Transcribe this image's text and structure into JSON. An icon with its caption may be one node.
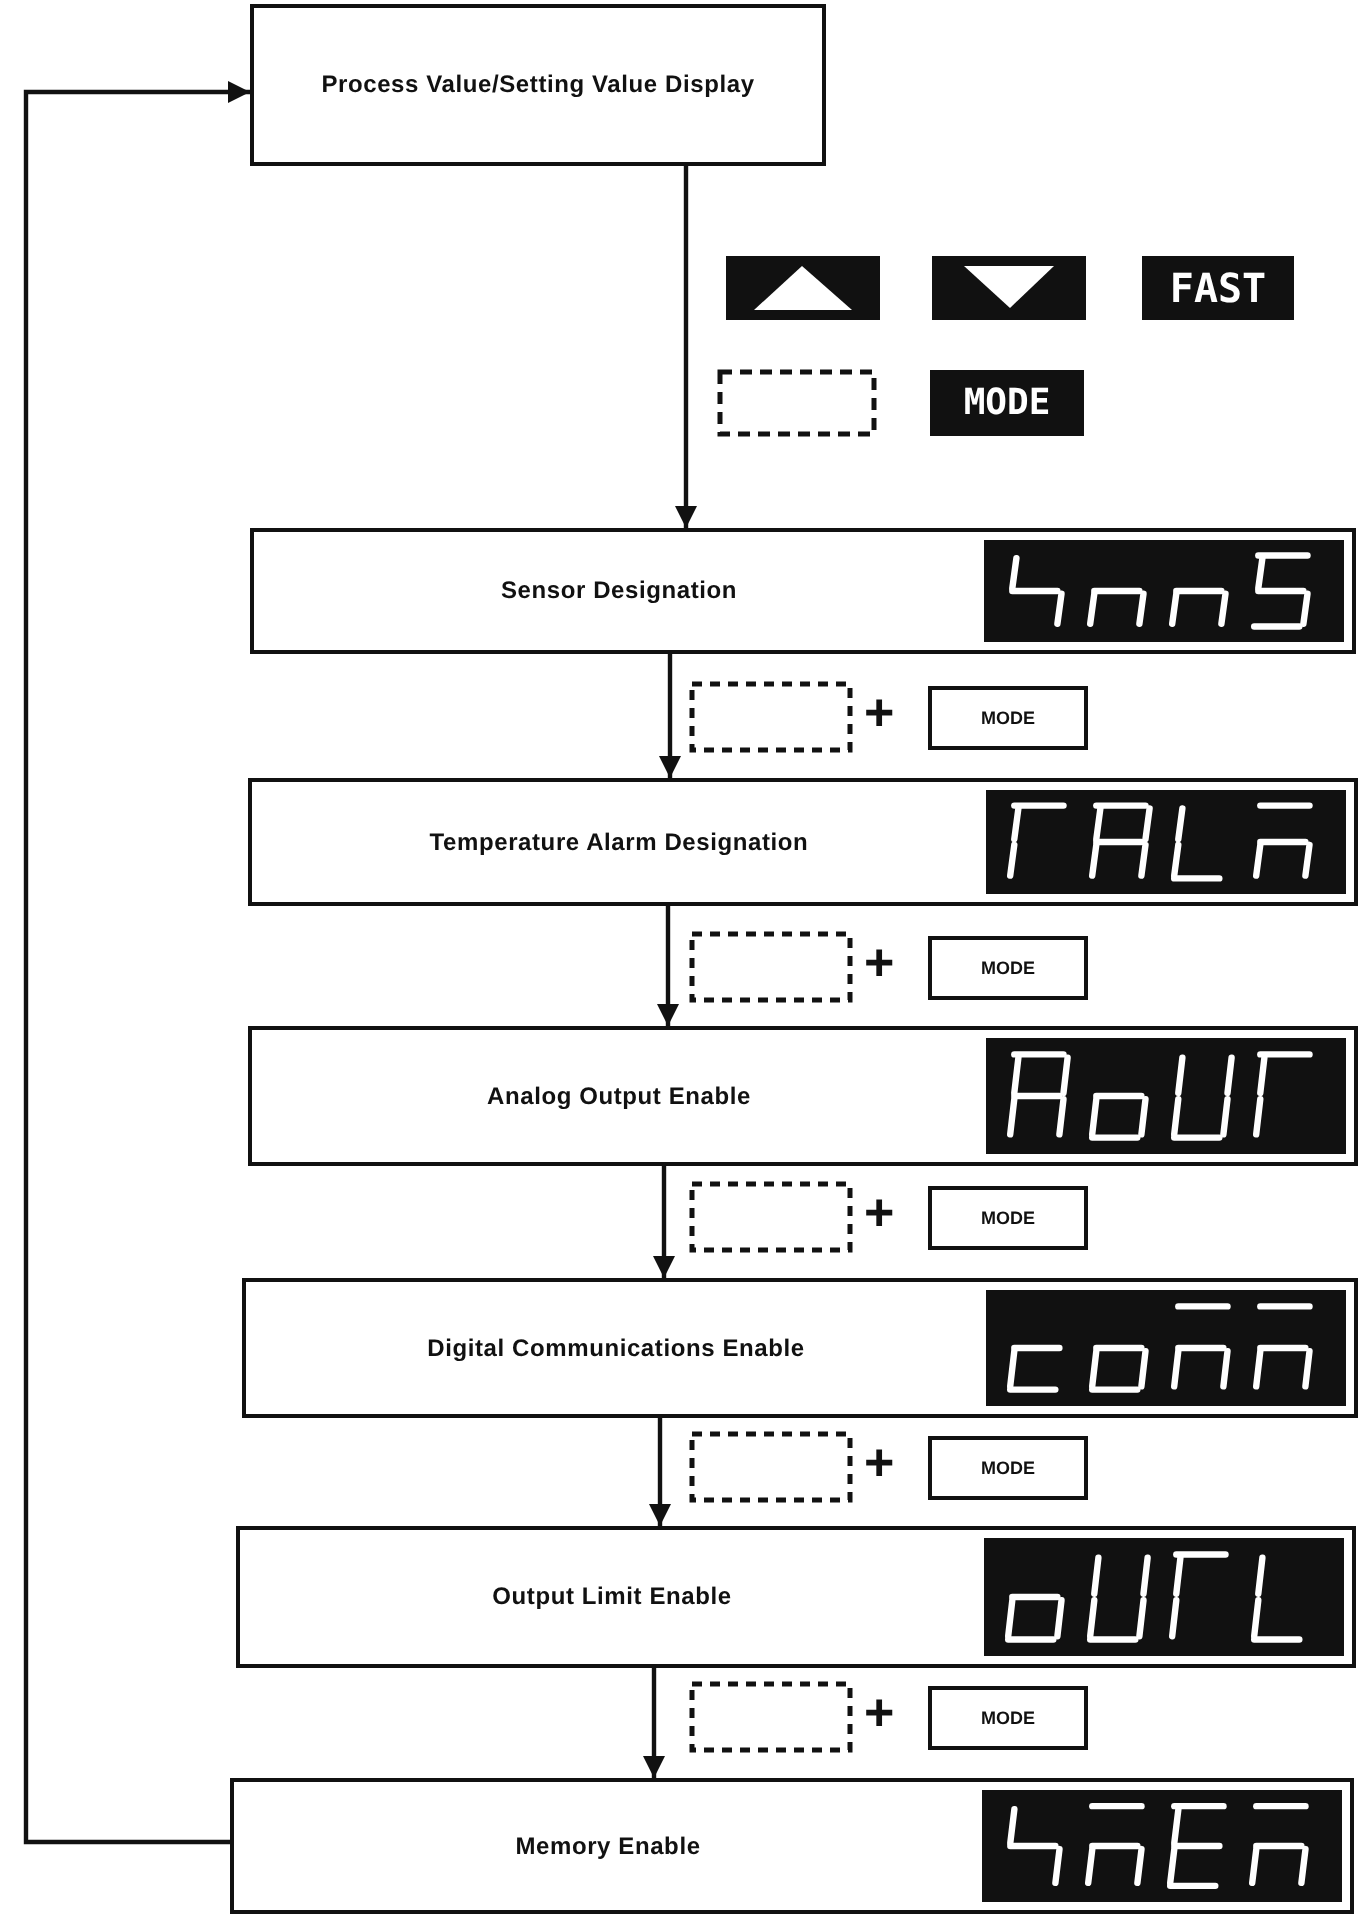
{
  "diagram": {
    "nodes": [
      {
        "text": [
          "Process Value/Setting Value Display"
        ]
      },
      {
        "text": [
          "Sensor Designation"
        ]
      },
      {
        "text": [
          "Temperature Alarm Designation"
        ]
      },
      {
        "text": [
          "Analog Output Enable"
        ]
      },
      {
        "text": [
          "Digital Communications Enable"
        ]
      },
      {
        "text": [
          "Output Limit Enable"
        ]
      },
      {
        "text": [
          "Memory Enable"
        ]
      }
    ],
    "edges": [
      {
        "from": 0,
        "to": 1,
        "arrow": "to"
      },
      {
        "from": 1,
        "to": 2,
        "arrow": "to"
      },
      {
        "from": 2,
        "to": 3,
        "arrow": "to"
      },
      {
        "from": 3,
        "to": 4,
        "arrow": "to"
      },
      {
        "from": 4,
        "to": 5,
        "arrow": "to"
      },
      {
        "from": 5,
        "to": 6,
        "arrow": "to"
      },
      {
        "from": 6,
        "to": 0,
        "arrow": "to"
      }
    ],
    "labels": [
      "FAST",
      "MODE",
      "+",
      "MODE",
      "+",
      "MODE",
      "+",
      "MODE",
      "+",
      "MODE",
      "+",
      "MODE"
    ]
  }
}
